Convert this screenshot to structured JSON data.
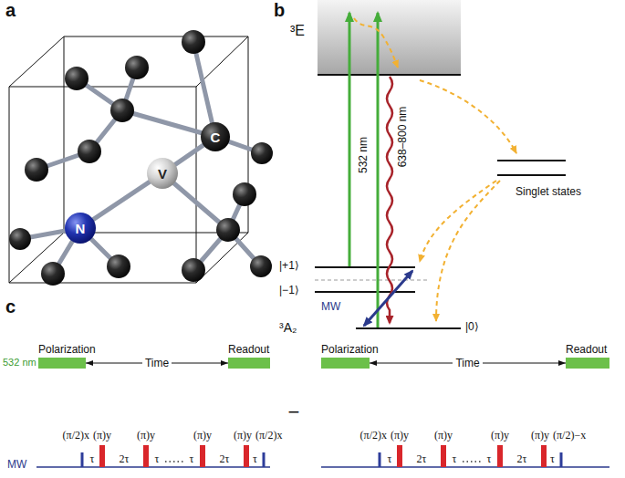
{
  "diagram": {
    "nodes": [
      {
        "text": [
          "C"
        ]
      },
      {
        "text": [
          "V"
        ]
      },
      {
        "text": [
          "N"
        ]
      },
      {
        "text": [
          "Polarization"
        ]
      },
      {
        "text": [
          "Readout"
        ]
      },
      {
        "text": [
          "Polarization"
        ]
      },
      {
        "text": [
          "Readout"
        ]
      }
    ],
    "edges": [
      {
        "from": 1,
        "to": 0,
        "arrow": "none"
      },
      {
        "from": 1,
        "to": 2,
        "arrow": "none"
      },
      {
        "from": 3,
        "to": 4,
        "arrow": "both",
        "label": "Time"
      },
      {
        "from": 5,
        "to": 6,
        "arrow": "both",
        "label": "Time"
      }
    ],
    "labels": [
      "a",
      "b",
      "³E",
      "532 nm",
      "638–800 nm",
      "Singlet states",
      "|+1⟩",
      "|−1⟩",
      "MW",
      "³A₂",
      "|0⟩",
      "c",
      "532 nm",
      "MW",
      "(π/2)x",
      "(π)y",
      "(π)y",
      "(π)y",
      "(π)y",
      "(π/2)x",
      "τ",
      "2τ",
      "τ",
      "τ",
      "2τ",
      "τ",
      "−",
      "(π/2)x",
      "(π)y",
      "(π)y",
      "(π)y",
      "(π)y",
      "(π/2)−x",
      "τ",
      "2τ",
      "τ",
      "τ",
      "2τ",
      "τ"
    ]
  }
}
